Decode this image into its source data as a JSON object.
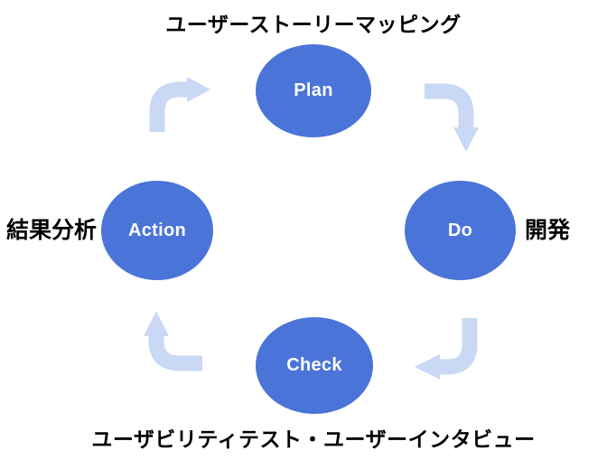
{
  "title_top": "ユーザーストーリーマッピング",
  "title_bottom": "ユーザビリティテスト・ユーザーインタビュー",
  "cycle": {
    "type": "pdca-cycle",
    "nodes": [
      {
        "id": "plan",
        "label": "Plan"
      },
      {
        "id": "do",
        "label": "Do",
        "side_label": "開発"
      },
      {
        "id": "check",
        "label": "Check"
      },
      {
        "id": "action",
        "label": "Action",
        "side_label": "結果分析"
      }
    ],
    "arrows": [
      {
        "from": "plan",
        "to": "do"
      },
      {
        "from": "do",
        "to": "check"
      },
      {
        "from": "check",
        "to": "action"
      },
      {
        "from": "action",
        "to": "plan"
      }
    ]
  },
  "colors": {
    "node_fill": "#4A74D8",
    "node_text": "#FFFFFF",
    "arrow_fill": "#C9D8F4",
    "text": "#000000",
    "background": "#FFFFFF"
  }
}
